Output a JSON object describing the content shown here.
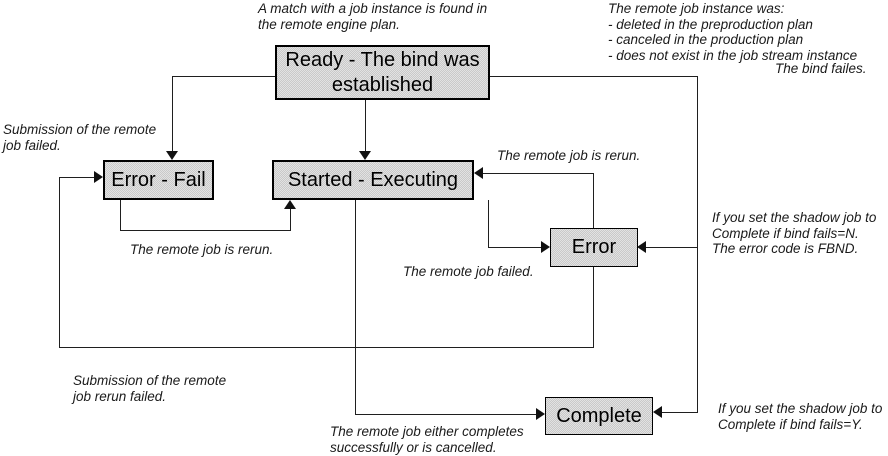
{
  "diagram": {
    "title_hint": "Shadow job state transition diagram",
    "nodes": {
      "ready": {
        "label": "Ready - The bind was\nestablished"
      },
      "error_fail": {
        "label": "Error - Fail"
      },
      "started": {
        "label": "Started - Executing"
      },
      "error": {
        "label": "Error"
      },
      "complete": {
        "label": "Complete"
      }
    },
    "annotations": {
      "match_found": "A match with a job instance is found in\nthe remote engine plan.",
      "instance_was": "The remote job instance was:\n- deleted in the preproduction plan\n- canceled in the production plan\n- does not exist in the job stream instance",
      "bind_fails": "The bind failes.",
      "submission_failed": "Submission of the remote\njob failed.",
      "rerun_left": "The remote job is rerun.",
      "rerun_right": "The remote job is rerun.",
      "job_failed": "The remote job failed.",
      "bind_fails_n": "If you set the shadow job to\nComplete if bind fails=N.\nThe error code is FBND.",
      "rerun_submission_failed": "Submission of the remote\njob rerun failed.",
      "job_completes": "The remote job either completes\nsuccessfully or is cancelled.",
      "bind_fails_y": "If you set the shadow job to\nComplete if bind fails=Y."
    },
    "colors": {
      "node_fill": "#d9d9d9",
      "node_border": "#000000",
      "connector": "#1f1f1f",
      "annotation_text": "#1a1a1a"
    }
  }
}
